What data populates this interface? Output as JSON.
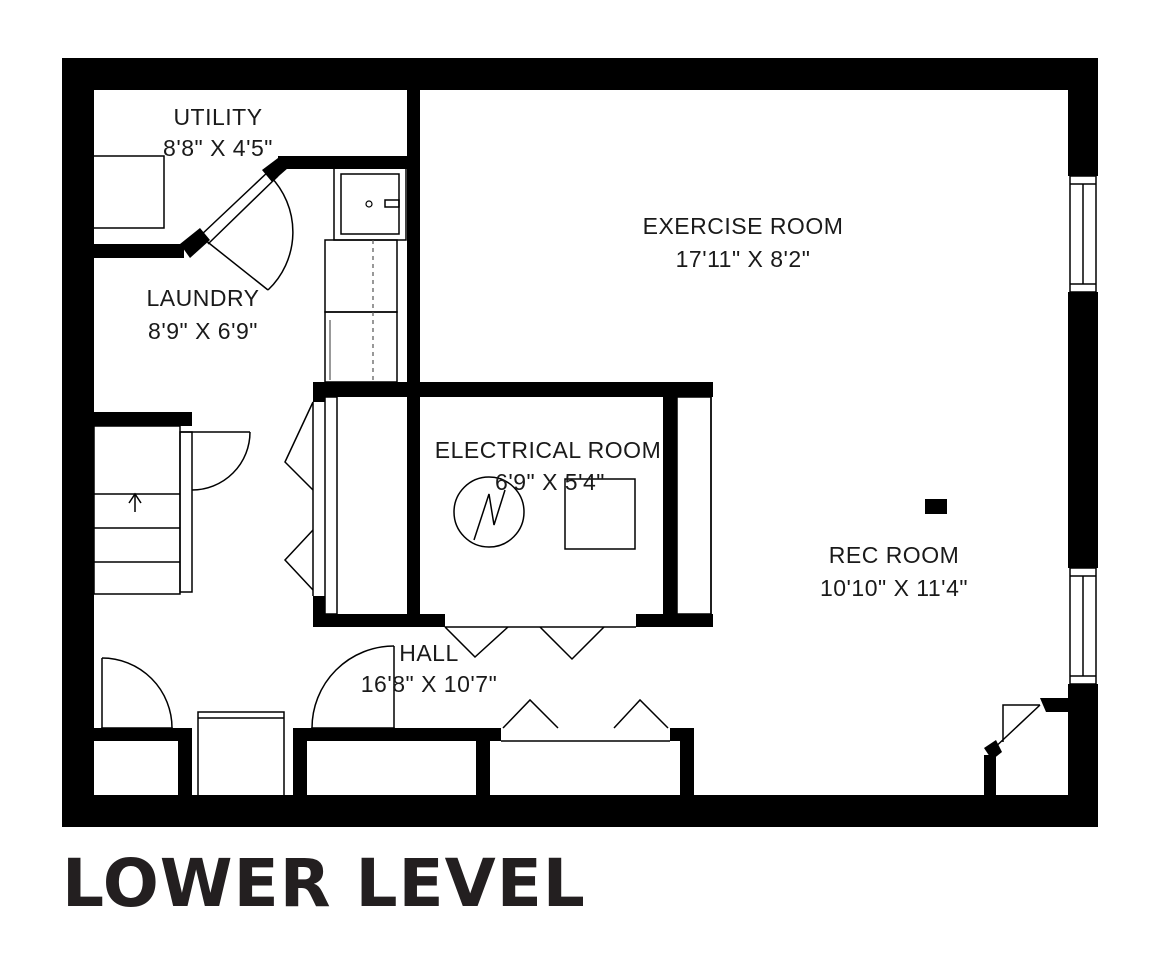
{
  "title": "LOWER LEVEL",
  "rooms": {
    "utility": {
      "name": "UTILITY",
      "dims": "8'8\" X 4'5\""
    },
    "laundry": {
      "name": "LAUNDRY",
      "dims": "8'9\" X 6'9\""
    },
    "exercise": {
      "name": "EXERCISE ROOM",
      "dims": "17'11\" X 8'2\""
    },
    "electrical": {
      "name": "ELECTRICAL ROOM",
      "dims": "6'9\" X 5'4\""
    },
    "rec": {
      "name": "REC ROOM",
      "dims": "10'10\" X 11'4\""
    },
    "hall": {
      "name": "HALL",
      "dims": "16'8\" X 10'7\""
    }
  },
  "colors": {
    "wall": "#000000",
    "background": "#ffffff",
    "text": "#1a1a1a"
  }
}
